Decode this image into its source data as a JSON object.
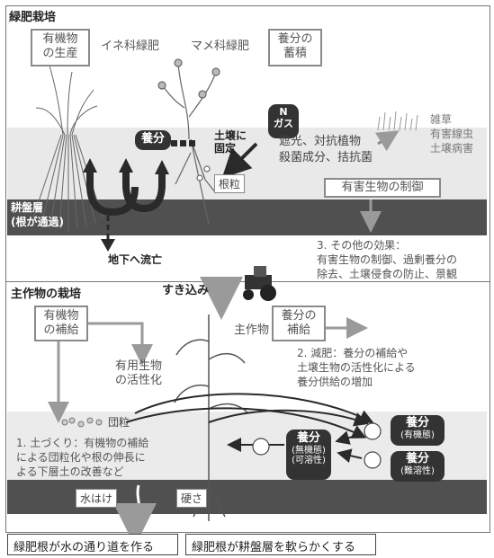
{
  "top": {
    "section_title": "緑肥栽培",
    "box_organic": "有機物\nの生産",
    "label_grass": "イネ科緑肥",
    "label_legume": "マメ科緑肥",
    "box_nutrient_accum": "養分の\n蓄積",
    "n_gas": "N\nガス",
    "soil_fix": "土壌に\n固定",
    "nutrient": "養分",
    "nodule": "根粒",
    "antagonist_line1": "遮光、対抗植物",
    "antagonist_line2": "殺菌成分、拮抗菌",
    "weeds": "雑草",
    "nematodes": "有害線虫",
    "soil_disease": "土壌病害",
    "pest_control_box": "有害生物の制御",
    "hardpan_line1": "耕盤層",
    "hardpan_line2": "(根が通過)",
    "leach": "地下へ流亡",
    "other_effects_line1": "3. その他の効果：",
    "other_effects_line2": "有害生物の制御、過剰養分の",
    "other_effects_line3": "除去、土壌侵食の防止、景観"
  },
  "bottom": {
    "section_title": "主作物の栽培",
    "plow_in": "すき込み",
    "box_organic_supply": "有機物\nの補給",
    "main_crop": "主作物",
    "box_nutrient_supply": "養分の\n補給",
    "beneficial": "有用生物\nの活性化",
    "reduce_fert_line1": "2. 減肥：養分の補給や",
    "reduce_fert_line2": "土壌生物の活性化による",
    "reduce_fert_line3": "養分供給の増加",
    "aggregate": "団粒",
    "soil_building_line1": "1. 土づくり：有機物の補給",
    "soil_building_line2": "による団粒化や根の伸長に",
    "soil_building_line3": "よる下層土の改善など",
    "nutrient_center_main": "養分",
    "nutrient_center_sub1": "(無機態)",
    "nutrient_center_sub2": "(可溶性)",
    "nutrient_organic_main": "養分",
    "nutrient_organic_sub": "(有機態)",
    "nutrient_insoluble_main": "養分",
    "nutrient_insoluble_sub": "(難溶性)",
    "drainage": "水はけ",
    "hardness": "硬さ"
  },
  "footer": {
    "left": "緑肥根が水の通り道を作る",
    "right": "緑肥根が耕盤層を軟らかくする"
  },
  "colors": {
    "band_light": "#e9e9e9",
    "band_dark": "#505050",
    "arrow_gray": "#9a9a9a",
    "arrow_dark": "#2a2a2a",
    "badge": "#2f2f2f"
  }
}
